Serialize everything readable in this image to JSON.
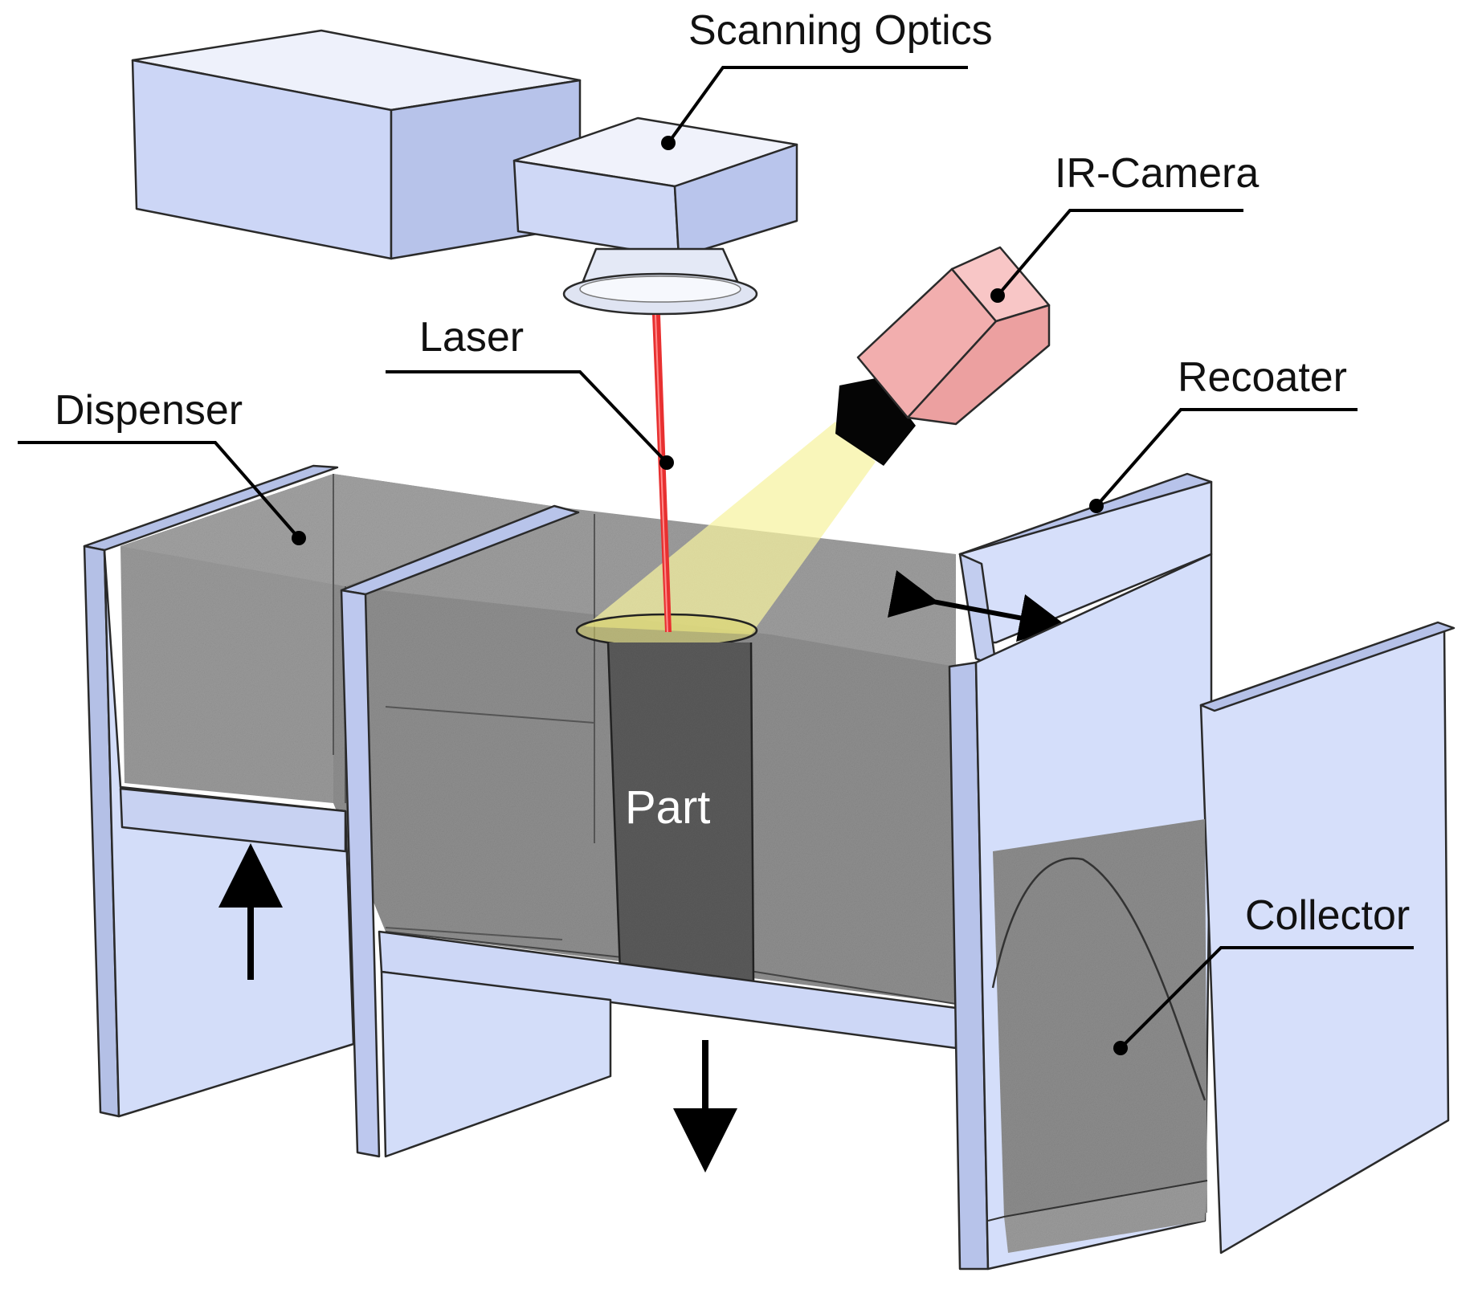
{
  "labels": {
    "scanning_optics": "Scanning Optics",
    "ir_camera": "IR-Camera",
    "laser": "Laser",
    "dispenser": "Dispenser",
    "recoater": "Recoater",
    "part": "Part",
    "collector": "Collector"
  },
  "colors": {
    "panel": "#d4defa",
    "panel_dark": "#b4c0e6",
    "powder": "#9c9c9c",
    "powder_dark": "#7f7f7f",
    "part": "#5c5c5c",
    "camera": "#f4b4b4",
    "laser": "#e83030",
    "ir_beam": "#f6f2a0"
  },
  "icons": {
    "recoater_motion": "double-arrow-icon",
    "dispenser_motion": "arrow-up-icon",
    "build_motion": "arrow-down-icon"
  }
}
